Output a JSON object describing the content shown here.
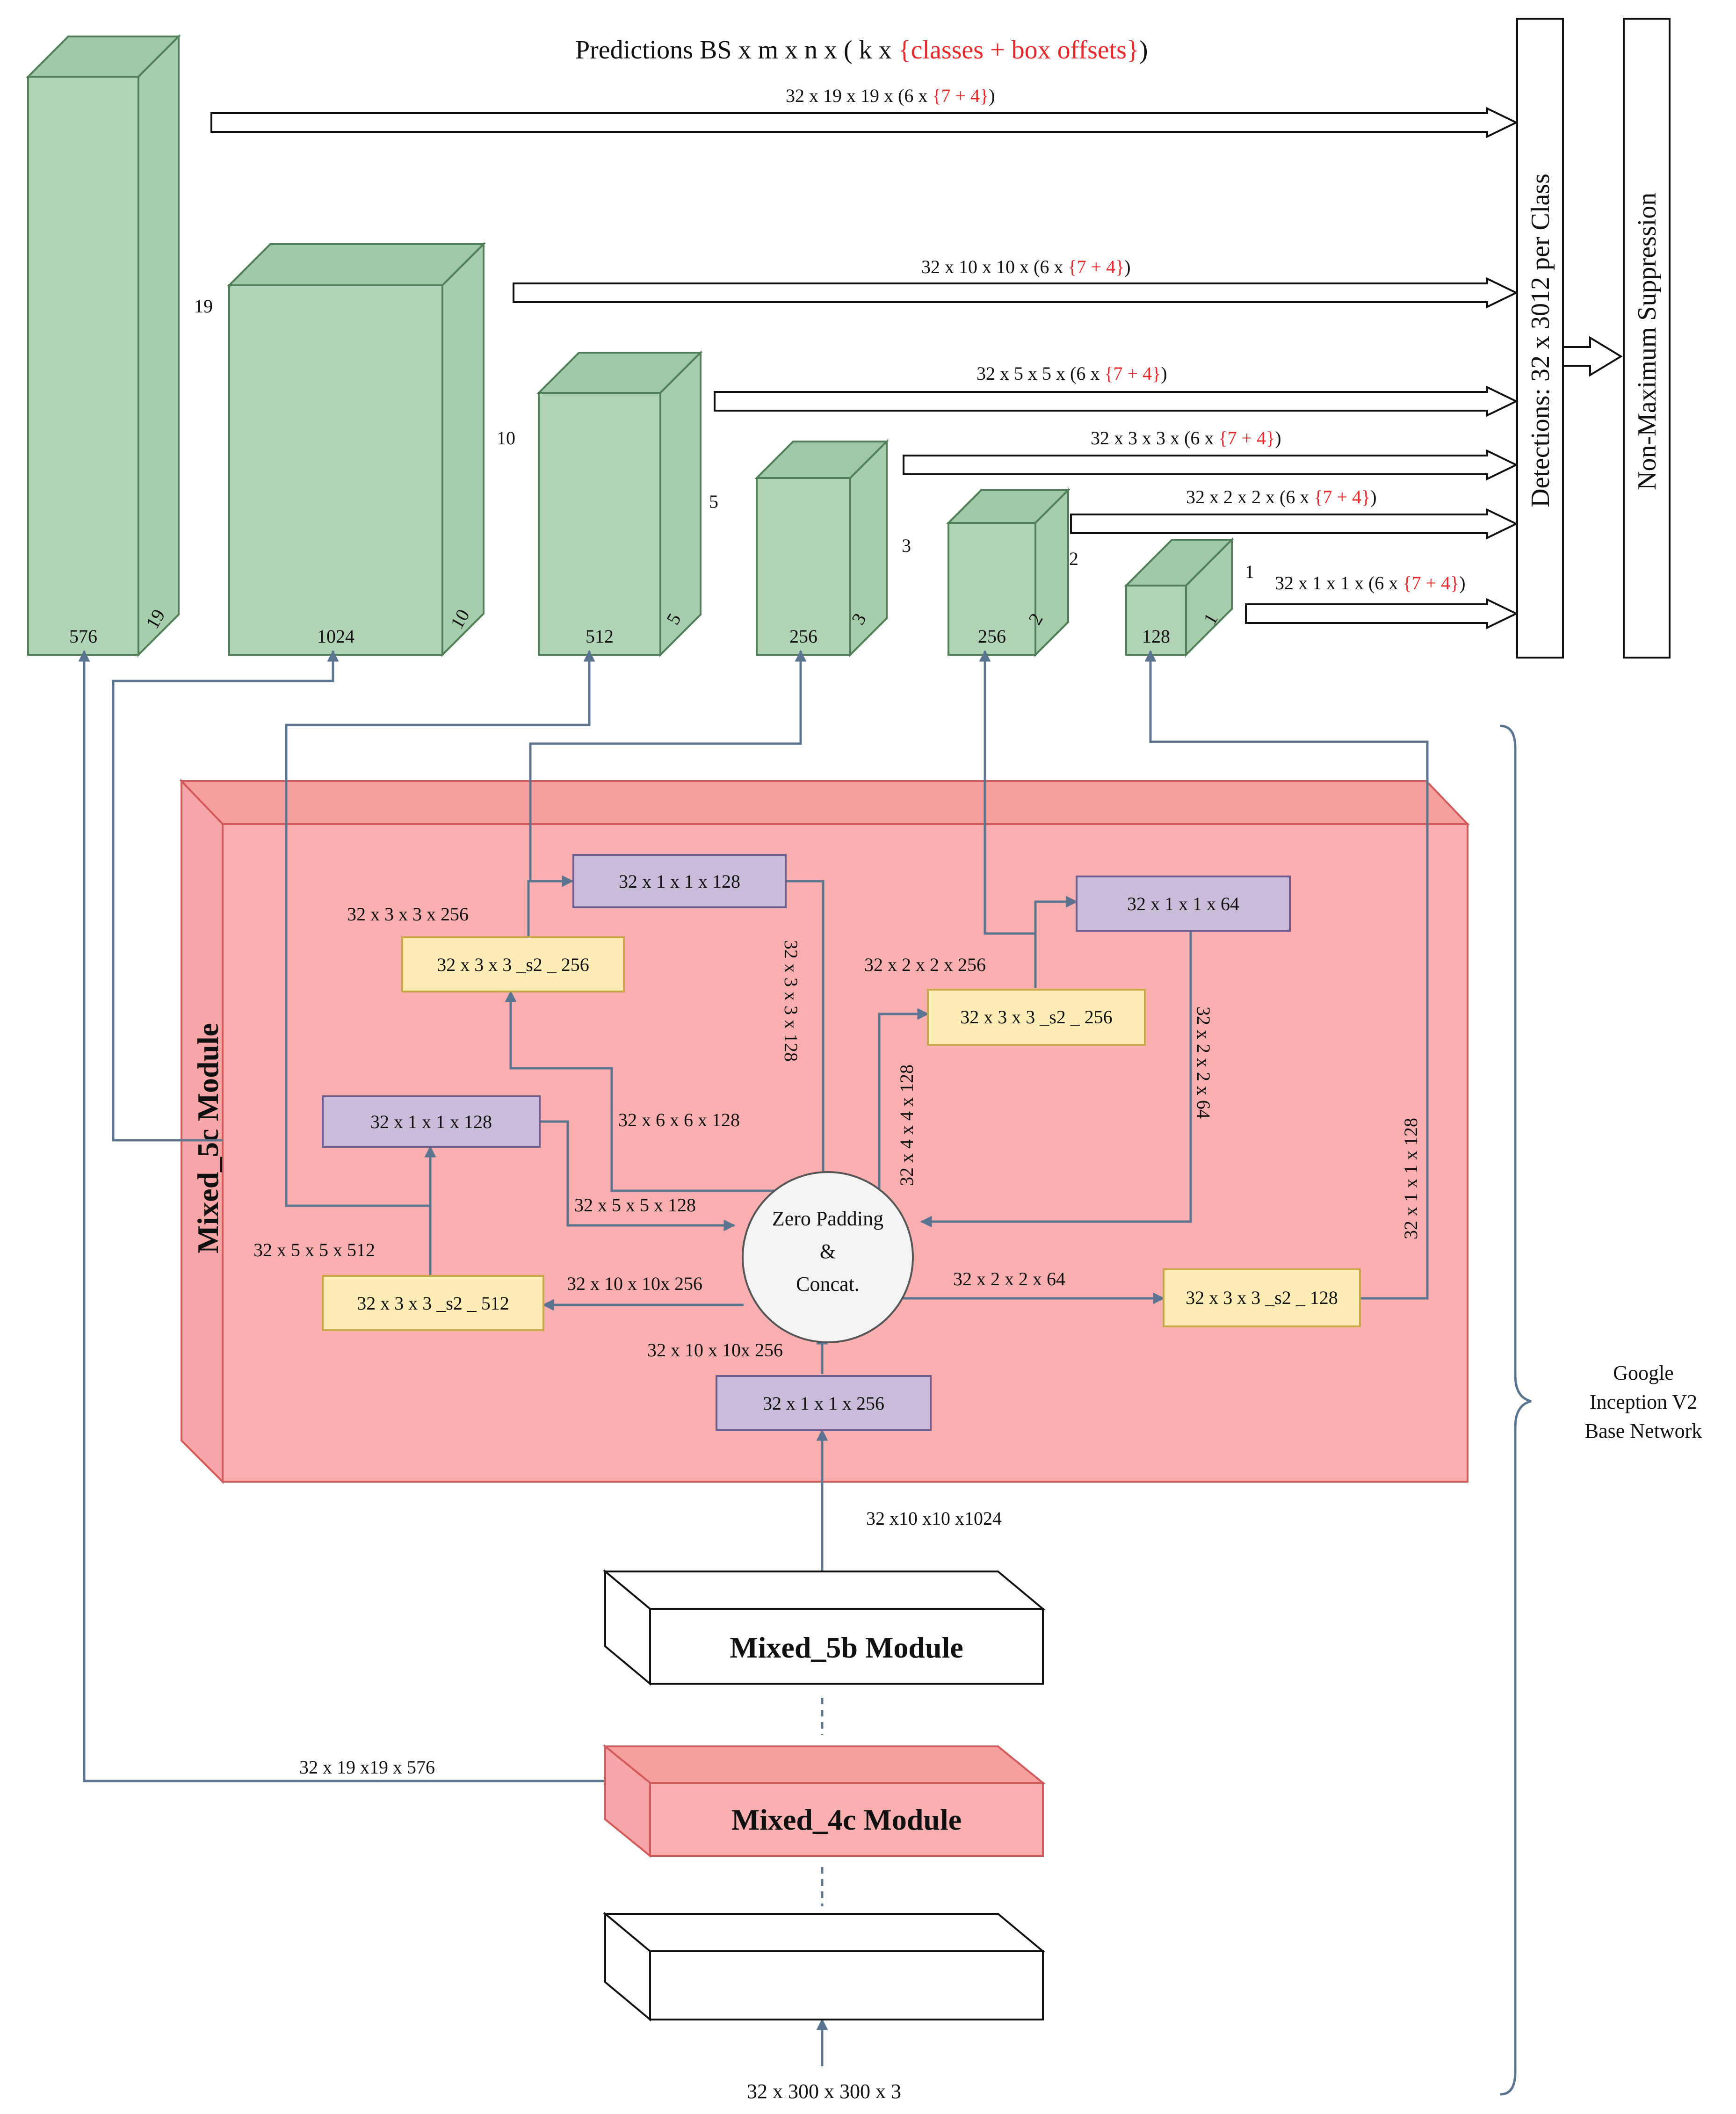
{
  "header": {
    "prefix": "Predictions  BS x m x n x ( k x ",
    "highlight": "{classes + box offsets}",
    "suffix": ")"
  },
  "predictions": [
    {
      "prefix": "32 x 19 x 19 x (6 x ",
      "highlight": "{7 + 4}",
      "suffix": ")"
    },
    {
      "prefix": "32 x 10 x 10 x (6 x ",
      "highlight": "{7 + 4}",
      "suffix": ")"
    },
    {
      "prefix": "32 x 5 x 5 x (6 x ",
      "highlight": "{7 + 4}",
      "suffix": ")"
    },
    {
      "prefix": "32 x 3 x 3 x (6 x ",
      "highlight": "{7 + 4}",
      "suffix": ")"
    },
    {
      "prefix": "32 x 2 x 2 x (6 x ",
      "highlight": "{7 + 4}",
      "suffix": ")"
    },
    {
      "prefix": "32 x 1 x 1 x (6 x ",
      "highlight": "{7 + 4}",
      "suffix": ")"
    }
  ],
  "feature_maps": [
    {
      "channels": "576",
      "height": "19",
      "depth": "19"
    },
    {
      "channels": "1024",
      "height": "10",
      "depth": "10"
    },
    {
      "channels": "512",
      "height": "5",
      "depth": "5"
    },
    {
      "channels": "256",
      "height": "3",
      "depth": "3"
    },
    {
      "channels": "256",
      "height": "2",
      "depth": "2"
    },
    {
      "channels": "128",
      "height": "1",
      "depth": "1"
    }
  ],
  "detections_label": "Detections: 32 x 3012 per Class",
  "nms_label": "Non-Maximum Suppression",
  "mixed5c": {
    "title": "Mixed_5c Module",
    "concat_line1": "Zero Padding",
    "concat_line2": "&",
    "concat_line3": "Concat.",
    "boxes": {
      "top_conv": "32 x 1 x 1 x 128",
      "top_right_conv": "32 x 1 x 1 x 64",
      "left_conv": "32 x 1 x 1 x 128",
      "bottom_conv": "32 x 1 x 1 x 256",
      "s2_256_left": "32 x 3 x 3 _s2 _ 256",
      "s2_256_right": "32 x 3 x 3 _s2 _ 256",
      "s2_512": "32 x 3 x 3 _s2 _ 512",
      "s2_128": "32 x 3 x 3 _s2 _ 128"
    },
    "labels": {
      "e_3x3x256": "32 x 3 x 3 x 256",
      "e_3x3x128": "32 x 3 x 3 x 128",
      "e_2x2x256": "32 x 2 x 2 x 256",
      "e_2x2x64_v": "32 x 2 x 2 x 64",
      "e_4x4x128": "32 x 4 x 4 x 128",
      "e_6x6x128": "32 x 6 x 6 x 128",
      "e_5x5x128": "32 x 5 x 5 x 128",
      "e_5x5x512": "32 x 5 x 5 x 512",
      "e_10x10x256_a": "32 x 10 x 10x 256",
      "e_10x10x256_b": "32 x 10 x 10x 256",
      "e_2x2x64_h": "32 x 2 x 2 x 64",
      "e_1x1x128": "32 x 1 x 1 x 128"
    }
  },
  "below": {
    "input_1024": "32 x10 x10 x1024",
    "mixed5b": "Mixed_5b Module",
    "mixed4c": "Mixed_4c Module",
    "skip_576": "32 x 19 x19 x 576",
    "input_label": "32 x 300 x 300 x 3"
  },
  "base_network": [
    "Google",
    "Inception V2",
    "Base Network"
  ],
  "colors": {
    "green_front": "#b1d4b6",
    "green_top": "#9fc8a6",
    "green_side": "#a6cdab",
    "green_stroke": "#4f7e57",
    "pink_front": "#fab0b0",
    "pink_top": "#f59f9f",
    "pink_side": "#f6a6a6",
    "pink_stroke": "#d25a5a",
    "purple": "#c8bcd9",
    "purple_stroke": "#6f5e8d",
    "yellow": "#fdecb6",
    "yellow_stroke": "#c9a64a",
    "line": "#5b7590",
    "highlight": "#e8292b"
  }
}
